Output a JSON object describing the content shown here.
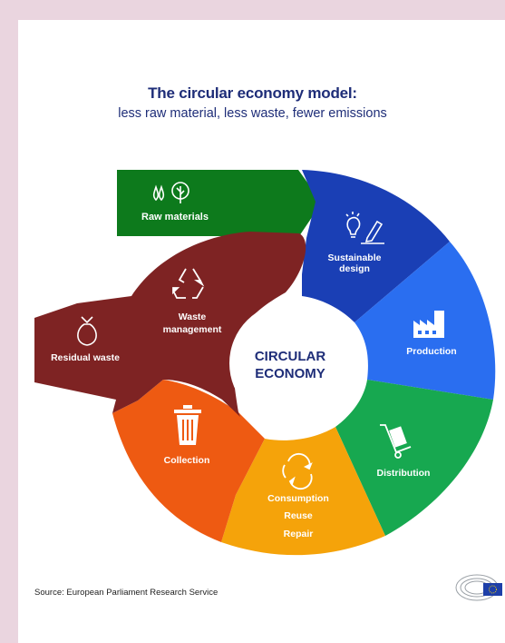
{
  "header": {
    "title": "The circular economy model:",
    "subtitle": "less raw material, less waste, fewer emissions"
  },
  "diagram": {
    "center_line1": "CIRCULAR",
    "center_line2": "ECONOMY",
    "segments": {
      "raw_materials": "Raw materials",
      "sustainable_design_1": "Sustainable",
      "sustainable_design_2": "design",
      "production": "Production",
      "distribution": "Distribution",
      "consumption": "Consumption",
      "reuse": "Reuse",
      "repair": "Repair",
      "collection": "Collection",
      "waste_management_1": "Waste",
      "waste_management_2": "management",
      "residual_waste": "Residual waste"
    },
    "colors": {
      "raw_materials": "#0d7a1c",
      "sustainable_design": "#1a3fb5",
      "production": "#2a6ef0",
      "distribution": "#17a850",
      "consumption": "#f5a30a",
      "collection": "#ee5a12",
      "waste_management": "#7e2323",
      "center_text": "#1e2d78",
      "title": "#1e2d78"
    },
    "icons": [
      "leaf-drop-icon",
      "tree-icon",
      "lightbulb-icon",
      "pencil-icon",
      "factory-icon",
      "hand-truck-icon",
      "cycle-arrows-icon",
      "trash-bin-icon",
      "recycle-icon",
      "waste-bag-icon"
    ]
  },
  "footer": {
    "source": "Source: European Parliament Research Service",
    "logo": "european-parliament-logo"
  }
}
